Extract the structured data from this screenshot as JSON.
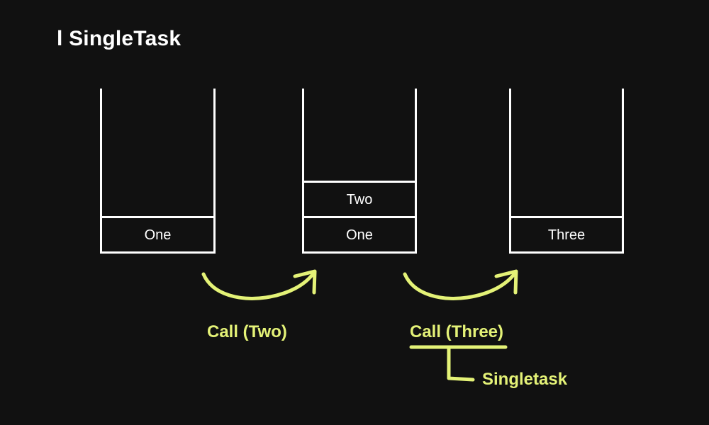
{
  "slide": {
    "title": "l SingleTask",
    "background_color": "#111111",
    "stack_color": "#ffffff",
    "accent_color": "#e4f277"
  },
  "stacks": [
    {
      "name": "stack-one",
      "cells": [
        {
          "label": "One"
        }
      ]
    },
    {
      "name": "stack-two",
      "cells": [
        {
          "label": "Two"
        },
        {
          "label": "One"
        }
      ]
    },
    {
      "name": "stack-three",
      "cells": [
        {
          "label": "Three"
        }
      ]
    }
  ],
  "transitions": [
    {
      "name": "call-two",
      "label": "Call (Two)"
    },
    {
      "name": "call-three",
      "label": "Call (Three)"
    }
  ],
  "annotation": {
    "label": "Singletask",
    "targets_label": "Call (Three)"
  }
}
